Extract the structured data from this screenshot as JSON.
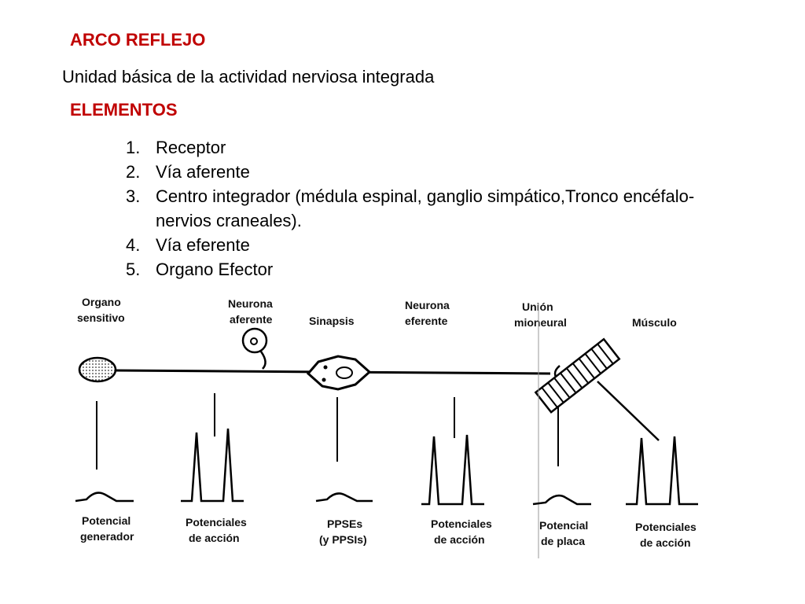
{
  "title": "ARCO REFLEJO",
  "subtitle": "Unidad básica de la actividad nerviosa integrada",
  "elements_heading": "ELEMENTOS",
  "elements": [
    {
      "num": "1.",
      "text": "Receptor"
    },
    {
      "num": "2.",
      "text": "Vía aferente"
    },
    {
      "num": "3.",
      "text": "Centro integrador (médula espinal, ganglio simpático,Tronco encéfalo-nervios craneales)."
    },
    {
      "num": "4.",
      "text": "Vía eferente"
    },
    {
      "num": "5.",
      "text": "Organo Efector"
    }
  ],
  "colors": {
    "accent": "#c00000",
    "text": "#000000"
  },
  "diagram": {
    "top_labels": {
      "organo": [
        "Organo",
        "sensitivo"
      ],
      "neurona_aferente": [
        "Neurona",
        "aferente"
      ],
      "sinapsis": [
        "Sinapsis"
      ],
      "neurona_eferente": [
        "Neurona",
        "eferente"
      ],
      "union": [
        "Unión",
        "mioneural"
      ],
      "musculo": [
        "Músculo"
      ]
    },
    "bottom_labels": {
      "potencial_generador": [
        "Potencial",
        "generador"
      ],
      "potenciales_accion_1": [
        "Potenciales",
        "de acción"
      ],
      "ppse": [
        "PPSEs",
        "(y PPSIs)"
      ],
      "potenciales_accion_2": [
        "Potenciales",
        "de acción"
      ],
      "potencial_placa": [
        "Potencial",
        "de placa"
      ],
      "potenciales_accion_3": [
        "Potenciales",
        "de acción"
      ]
    }
  }
}
